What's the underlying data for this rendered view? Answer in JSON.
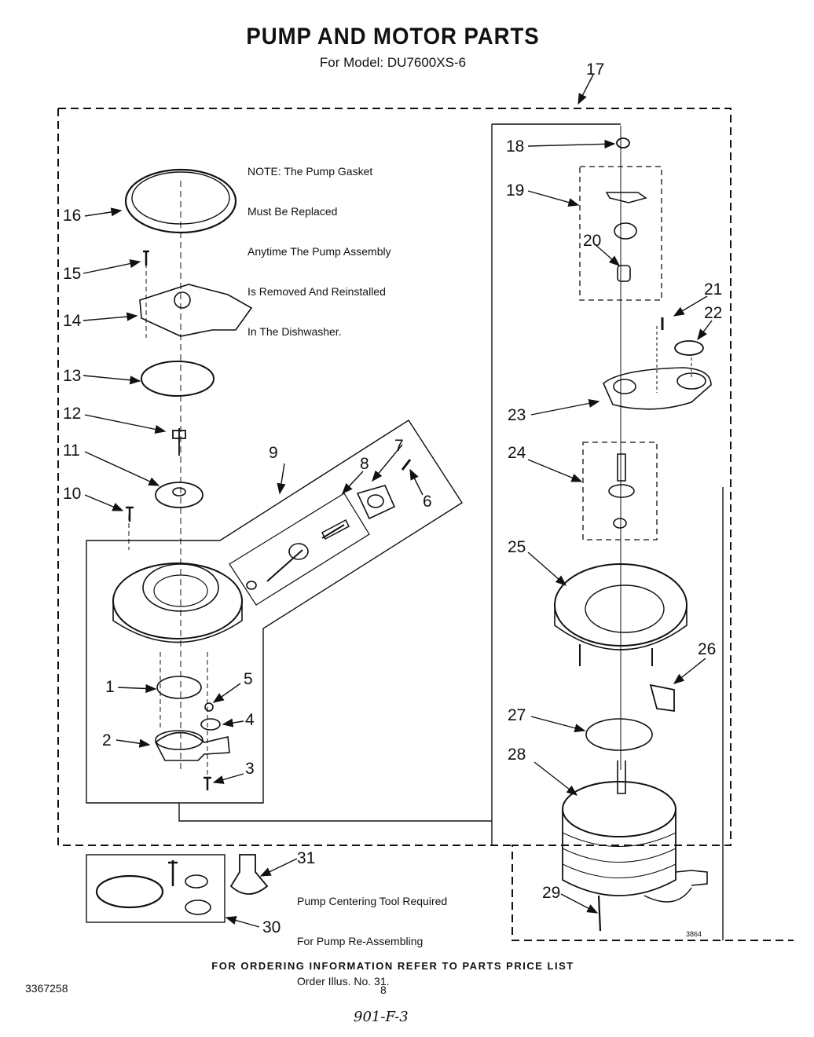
{
  "header": {
    "title": "PUMP AND MOTOR PARTS",
    "subtitle": "For Model: DU7600XS-6"
  },
  "note": {
    "lines": [
      "NOTE: The Pump Gasket",
      "Must Be Replaced",
      "Anytime The Pump Assembly",
      "Is Removed And Reinstalled",
      "In The Dishwasher."
    ]
  },
  "tool_note": {
    "lines": [
      "Pump Centering Tool Required",
      "For Pump Re-Assembling",
      "Order Illus. No. 31."
    ]
  },
  "callouts": {
    "c1": "1",
    "c2": "2",
    "c3": "3",
    "c4": "4",
    "c5": "5",
    "c6": "6",
    "c7": "7",
    "c8": "8",
    "c9": "9",
    "c10": "10",
    "c11": "11",
    "c12": "12",
    "c13": "13",
    "c14": "14",
    "c15": "15",
    "c16": "16",
    "c17": "17",
    "c18": "18",
    "c19": "19",
    "c20": "20",
    "c21": "21",
    "c22": "22",
    "c23": "23",
    "c24": "24",
    "c25": "25",
    "c26": "26",
    "c27": "27",
    "c28": "28",
    "c29": "29",
    "c30": "30",
    "c31": "31"
  },
  "footer": {
    "ordering": "FOR ORDERING INFORMATION REFER TO PARTS PRICE LIST",
    "doc_number": "3367258",
    "page_number": "8",
    "handwritten": "901-F-3",
    "diagram_code": "3864"
  }
}
